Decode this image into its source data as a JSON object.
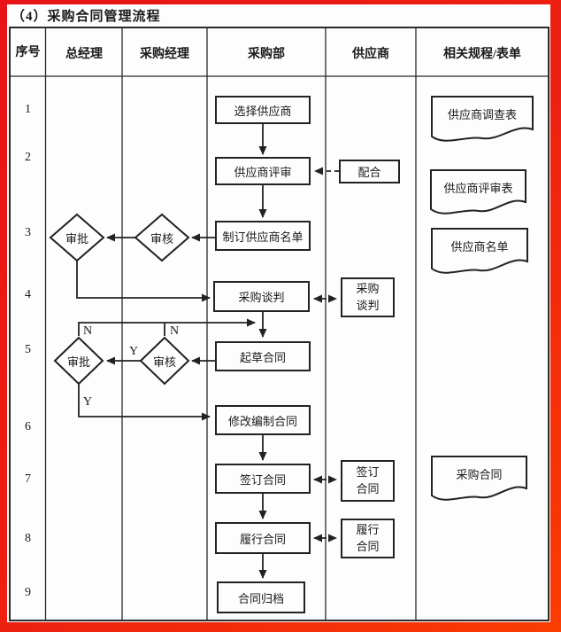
{
  "title": "（4）采购合同管理流程",
  "header": {
    "col_no": "序号",
    "col_gm": "总经理",
    "col_pm": "采购经理",
    "col_pd": "采购部",
    "col_supplier": "供应商",
    "col_forms": "相关规程/表单"
  },
  "row_numbers": [
    "1",
    "2",
    "3",
    "4",
    "5",
    "6",
    "7",
    "8",
    "9"
  ],
  "process": {
    "select_supplier": "选择供应商",
    "supplier_review": "供应商评审",
    "make_supplier_list": "制订供应商名单",
    "purchase_negotiation": "采购谈判",
    "draft_contract": "起草合同",
    "revise_contract": "修改编制合同",
    "sign_contract": "签订合同",
    "perform_contract": "履行合同",
    "archive_contract": "合同归档"
  },
  "decisions": {
    "approve_row3": "审批",
    "review_row3": "审核",
    "approve_row5": "审批",
    "review_row5": "审核"
  },
  "supplier_nodes": {
    "cooperate": "配合",
    "negotiation": "采购\n谈判",
    "sign": "签订\n合同",
    "perform": "履行\n合同"
  },
  "documents": {
    "survey_form": "供应商调查表",
    "review_form": "供应商评审表",
    "supplier_list": "供应商名单",
    "purchase_contract": "采购合同"
  },
  "branch_labels": {
    "n1": "N",
    "n2": "N",
    "y1": "Y",
    "y2": "Y"
  },
  "colors": {
    "border_red": "#e81317",
    "line": "#222222",
    "paper": "#fdfdfd"
  }
}
